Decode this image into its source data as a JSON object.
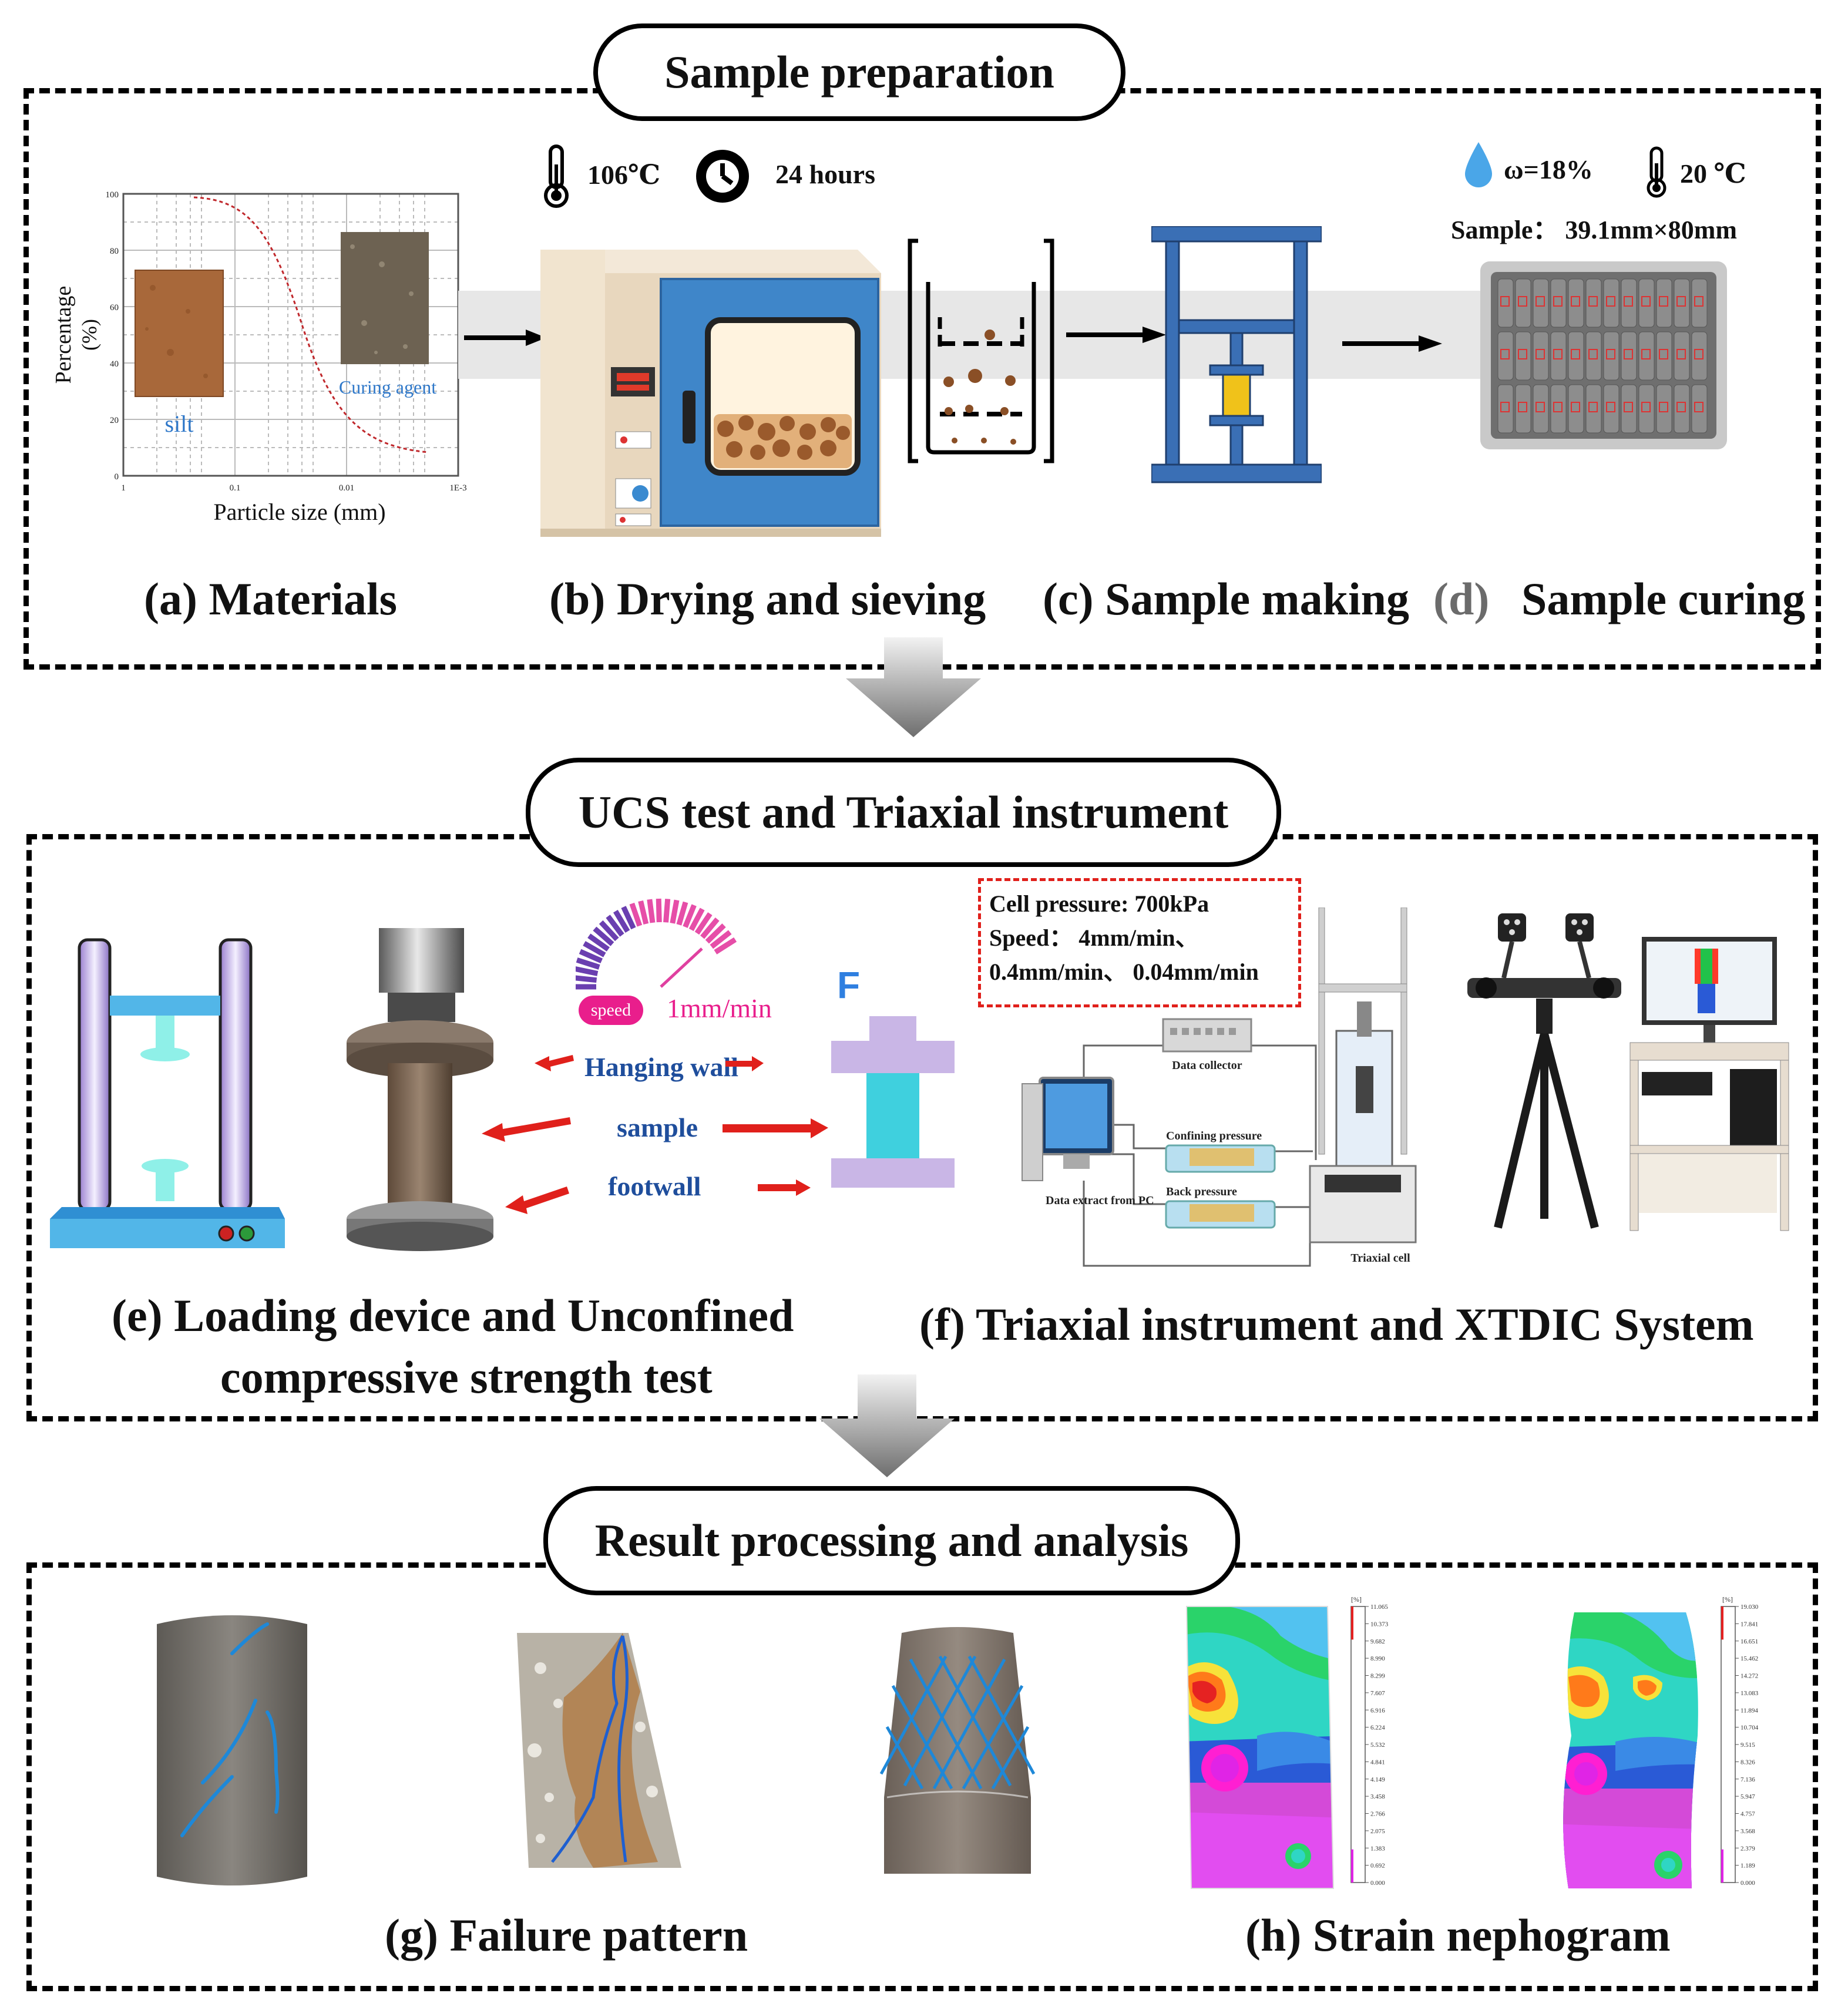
{
  "sections": {
    "prep_title": "Sample preparation",
    "ucs_title": "UCS test and Triaxial instrument",
    "result_title": "Result processing and analysis"
  },
  "panels": {
    "a": "(a)  Materials",
    "b": "(b)  Drying and sieving",
    "c": "(c)  Sample making",
    "d_prefix": "(d)",
    "d": "Sample curing",
    "e_line1": "(e)  Loading device and Unconfined",
    "e_line2": "compressive strength test",
    "f": "(f)   Triaxial instrument and XTDIC System",
    "g": "(g)  Failure pattern",
    "h": "(h) Strain nephogram"
  },
  "materials_chart": {
    "ylabel_line1": "Percentage",
    "ylabel_line2": "(%)",
    "xlabel": "Particle size (mm)",
    "y_ticks": [
      "100",
      "80",
      "60",
      "40",
      "20",
      "0"
    ],
    "x_ticks": [
      "1",
      "0.1",
      "0.01",
      "1E-3"
    ],
    "label_silt": "silt",
    "label_curing": "Curing agent"
  },
  "drying": {
    "temperature": "106℃",
    "duration": "24 hours"
  },
  "curing": {
    "moisture": "ω=18%",
    "temperature": "20 ℃",
    "sample_size": "Sample： 39.1mm×80mm"
  },
  "ucs": {
    "speed_badge": "speed",
    "speed_value": "1mm/min",
    "force_label": "F",
    "hanging_wall": "Hanging wall",
    "sample": "sample",
    "footwall": "footwall"
  },
  "triaxial": {
    "cell_pressure": "Cell pressure: 700kPa",
    "speed_line1": "Speed： 4mm/min、",
    "speed_line2": "0.4mm/min、 0.04mm/min",
    "data_collector": "Data collector",
    "confining_pressure": "Confining pressure",
    "back_pressure": "Back pressure",
    "data_extract": "Data extract from PC",
    "triaxial_cell": "Triaxial cell"
  },
  "nephogram_1": {
    "unit": "[%]",
    "ticks": [
      "11.065",
      "10.373",
      "9.682",
      "8.990",
      "8.299",
      "7.607",
      "6.916",
      "6.224",
      "5.532",
      "4.841",
      "4.149",
      "3.458",
      "2.766",
      "2.075",
      "1.383",
      "0.692",
      "0.000"
    ]
  },
  "nephogram_2": {
    "unit": "[%]",
    "ticks": [
      "19.030",
      "17.841",
      "16.651",
      "15.462",
      "14.272",
      "13.083",
      "11.894",
      "10.704",
      "9.515",
      "8.326",
      "7.136",
      "5.947",
      "4.757",
      "3.568",
      "2.379",
      "1.189",
      "0.000"
    ]
  },
  "colors": {
    "arrow_red": "#e0201b",
    "ucs_blue": "#1f4e9c",
    "pipe_blue": "#2a5fa8",
    "press_purple": "#c9b6e6",
    "sample_cyan": "#3fd0de",
    "crack_blue": "#1e88d8"
  }
}
